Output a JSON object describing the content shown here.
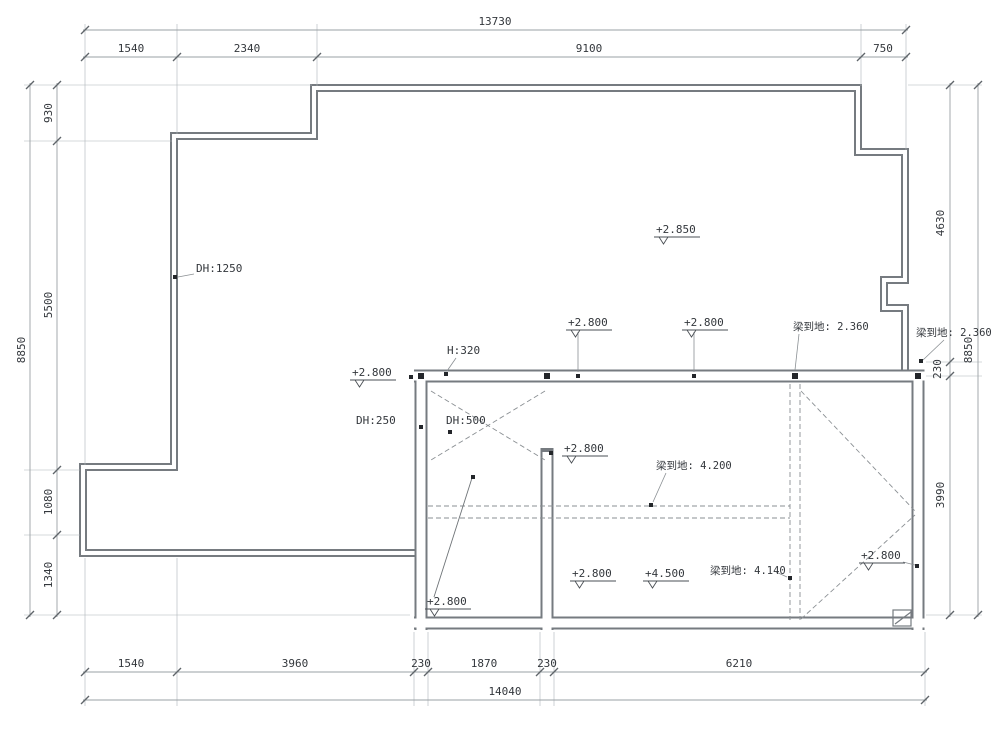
{
  "drawing": {
    "type": "ceiling/floor plan with dimensions",
    "background": "#ffffff",
    "wall_color": "#767b80",
    "dim_color": "#9aa0a4",
    "text_color": "#33373c"
  },
  "dims": {
    "top": {
      "total": "13730",
      "segments": [
        "1540",
        "2340",
        "9100",
        "750"
      ]
    },
    "left": {
      "total": "8850",
      "segments": [
        "930",
        "5500",
        "1080",
        "1340"
      ]
    },
    "right": {
      "total": "8850",
      "segments": [
        "4630",
        "230",
        "3990"
      ]
    },
    "bottom": {
      "total": "14040",
      "segments": [
        "1540",
        "3960",
        "230",
        "1870",
        "230",
        "6210"
      ]
    }
  },
  "annotations": {
    "elev_main": "+2.850",
    "elev_top_a": "+2.800",
    "elev_top_b": "+2.800",
    "beam_top_1": "梁到地: 2.360",
    "beam_top_2": "梁到地: 2.360",
    "elev_left": "+2.800",
    "h_320": "H:320",
    "dh_250": "DH:250",
    "dh_500": "DH:500",
    "elev_mid": "+2.800",
    "beam_4200": "梁到地: 4.200",
    "elev_low_a": "+2.800",
    "elev_4500": "+4.500",
    "beam_4140": "梁到地: 4.140",
    "elev_right": "+2.800",
    "elev_small_room": "+2.800",
    "dh_1250": "DH:1250"
  }
}
